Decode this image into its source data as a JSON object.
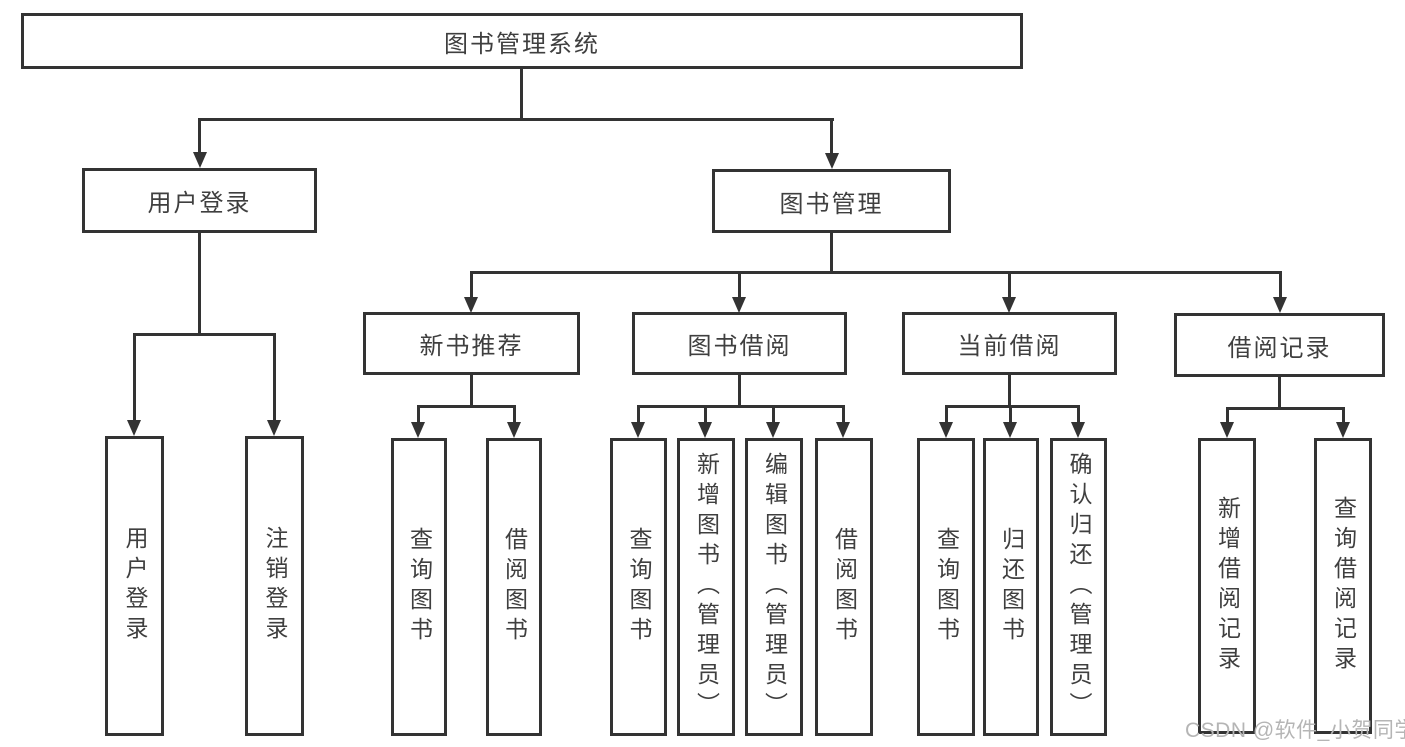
{
  "diagram": {
    "title": "图书管理系统",
    "type": "function-structure-tree",
    "colors": {
      "line": "#333333",
      "text": "#3f3f3f",
      "box_background": "#ffffff",
      "page_background": "#ffffff",
      "watermark_text": "#b5b5b5"
    },
    "nodes": {
      "root": "图书管理系统",
      "user_login": "用户登录",
      "book_management": "图书管理",
      "new_book_recommendation": "新书推荐",
      "book_borrowing": "图书借阅",
      "current_borrowing": "当前借阅",
      "borrowing_records": "借阅记录",
      "leaf_user_login": "用户登录",
      "leaf_logout": "注销登录",
      "leaf_nb_query_book": "查询图书",
      "leaf_nb_borrow_book": "借阅图书",
      "leaf_bb_query_book": "查询图书",
      "leaf_bb_add_book": "新增图书（管理员）",
      "leaf_bb_edit_book": "编辑图书（管理员）",
      "leaf_bb_borrow_book": "借阅图书",
      "leaf_cb_query_book": "查询图书",
      "leaf_cb_return_book": "归还图书",
      "leaf_cb_confirm_return": "确认归还（管理员）",
      "leaf_br_new_record": "新增借阅记录",
      "leaf_br_query_record": "查询借阅记录"
    },
    "edges": [
      [
        "图书管理系统",
        "用户登录"
      ],
      [
        "图书管理系统",
        "图书管理"
      ],
      [
        "用户登录",
        "用户登录"
      ],
      [
        "用户登录",
        "注销登录"
      ],
      [
        "图书管理",
        "新书推荐"
      ],
      [
        "图书管理",
        "图书借阅"
      ],
      [
        "图书管理",
        "当前借阅"
      ],
      [
        "图书管理",
        "借阅记录"
      ],
      [
        "新书推荐",
        "查询图书"
      ],
      [
        "新书推荐",
        "借阅图书"
      ],
      [
        "图书借阅",
        "查询图书"
      ],
      [
        "图书借阅",
        "新增图书（管理员）"
      ],
      [
        "图书借阅",
        "编辑图书（管理员）"
      ],
      [
        "图书借阅",
        "借阅图书"
      ],
      [
        "当前借阅",
        "查询图书"
      ],
      [
        "当前借阅",
        "归还图书"
      ],
      [
        "当前借阅",
        "确认归还（管理员）"
      ],
      [
        "借阅记录",
        "新增借阅记录"
      ],
      [
        "借阅记录",
        "查询借阅记录"
      ]
    ]
  },
  "watermark": "CSDN @软件_小贺同学"
}
